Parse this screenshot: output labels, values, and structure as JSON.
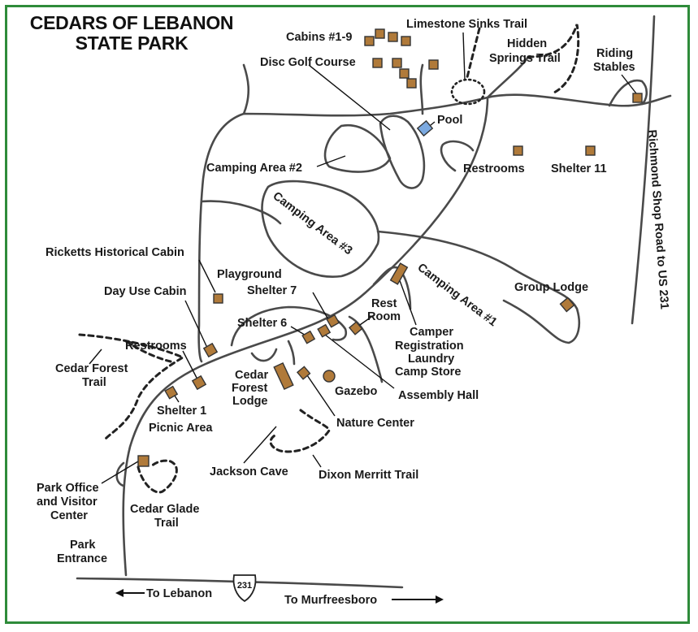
{
  "title": {
    "line1": "CEDARS OF LEBANON",
    "line2": "STATE PARK"
  },
  "labels": {
    "limestone": "Limestone Sinks Trail",
    "cabins": "Cabins #1-9",
    "hidden1": "Hidden",
    "hidden2": "Springs Trail",
    "riding1": "Riding",
    "riding2": "Stables",
    "discgolf": "Disc Golf Course",
    "pool": "Pool",
    "camping2": "Camping Area #2",
    "restrooms_ne": "Restrooms",
    "shelter11": "Shelter 11",
    "camping3": "Camping Area #3",
    "richmond": "Richmond Shop Road to US 231",
    "ricketts": "Ricketts Historical Cabin",
    "playground": "Playground",
    "shelter7": "Shelter 7",
    "camping1": "Camping Area #1",
    "grouplodge": "Group Lodge",
    "dayuse": "Day Use Cabin",
    "rest1": "Rest",
    "rest2": "Room",
    "shelter6": "Shelter 6",
    "camper1": "Camper",
    "camper2": "Registration",
    "camper3": "Laundry",
    "camper4": "Camp Store",
    "restrooms_w": "Restrooms",
    "cedarforesttrail1": "Cedar Forest",
    "cedarforesttrail2": "Trail",
    "cedarforestlodge1": "Cedar",
    "cedarforestlodge2": "Forest",
    "cedarforestlodge3": "Lodge",
    "gazebo": "Gazebo",
    "assembly": "Assembly Hall",
    "shelter1": "Shelter 1",
    "picnic": "Picnic Area",
    "nature": "Nature Center",
    "jackson": "Jackson Cave",
    "dixon": "Dixon Merritt Trail",
    "parkoffice1": "Park Office",
    "parkoffice2": "and Visitor",
    "parkoffice3": "Center",
    "cedarglade1": "Cedar Glade",
    "cedarglade2": "Trail",
    "parkentrance1": "Park",
    "parkentrance2": "Entrance",
    "shield": "231",
    "tolebanon": "To Lebanon",
    "tomurfreesboro": "To Murfreesboro"
  },
  "colors": {
    "frame": "#2e8b3a",
    "building": "#b07a3a",
    "pool": "#7ba9e0",
    "road": "#4a4a4a"
  }
}
